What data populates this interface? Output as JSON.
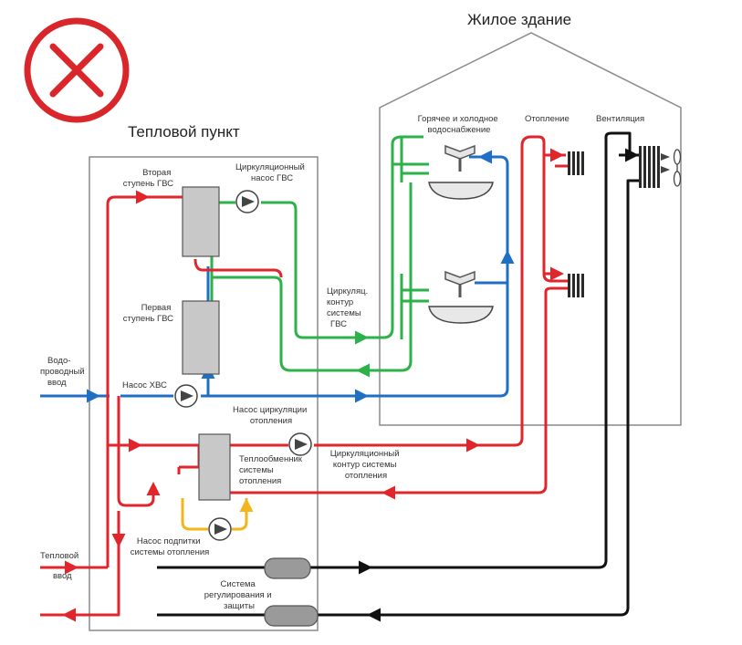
{
  "colors": {
    "red": "#e0262b",
    "green": "#2db24a",
    "blue": "#1f6fc4",
    "black": "#111111",
    "yellow": "#f2b51a",
    "gray_fill": "#c8c8c8",
    "frame": "#8a8a8a",
    "cross": "#d9262b"
  },
  "icons": {
    "reject": "x-circle-icon",
    "pump": "pump-icon",
    "radiator": "radiator-icon",
    "fan": "fan-icon",
    "faucet": "faucet-icon",
    "sink": "sink-icon"
  },
  "building": {
    "title": "Жилое здание"
  },
  "station": {
    "title": "Тепловой пункт"
  },
  "labels": {
    "water_supply": [
      "Горячее и холодное",
      "водоснабжение"
    ],
    "heating": "Отопление",
    "ventilation": "Вентиляция",
    "second_stage": [
      "Вторая",
      "ступень ГВС"
    ],
    "dhw_pump": [
      "Циркуляционный",
      "насос ГВС"
    ],
    "first_stage": [
      "Первая",
      "ступень ГВС"
    ],
    "cold_pump": "Насос ХВС",
    "water_inlet": [
      "Водо-",
      "проводный",
      "ввод"
    ],
    "dhw_loop": [
      "Циркуляц.",
      "контур",
      "системы",
      "ГВС"
    ],
    "heat_pump": [
      "Насос циркуляции",
      "отопления"
    ],
    "heat_exchanger": [
      "Теплообменник",
      "системы",
      "отопления"
    ],
    "heat_loop": [
      "Циркуляционный",
      "контур системы",
      "отопления"
    ],
    "makeup_pump": [
      "Насос подпитки",
      "системы отопления"
    ],
    "heat_inlet": [
      "Тепловой",
      "ввод"
    ],
    "control": [
      "Система",
      "регулирования и",
      "защиты"
    ]
  }
}
